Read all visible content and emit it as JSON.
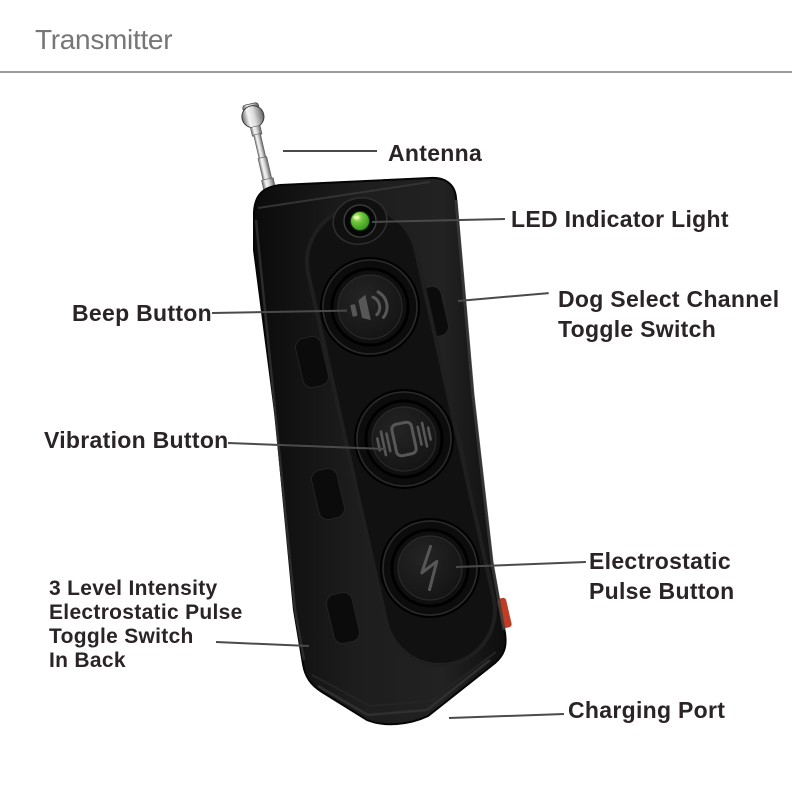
{
  "header": {
    "title": "Transmitter"
  },
  "device": {
    "kind": "dog training remote transmitter",
    "colors": {
      "body": "#161616",
      "led_green": "#5cb832",
      "antenna_silver": "#c9c9c9",
      "side_toggle_accent_red": "#c03c25"
    },
    "icons": [
      "antenna",
      "led-indicator-light",
      "speaker-icon",
      "vibration-icon",
      "lightning-bolt-icon"
    ]
  },
  "callouts": [
    {
      "id": "antenna",
      "lines": [
        "Antenna"
      ]
    },
    {
      "id": "led",
      "lines": [
        "LED Indicator Light"
      ]
    },
    {
      "id": "beep",
      "lines": [
        "Beep Button"
      ]
    },
    {
      "id": "dog-select",
      "lines": [
        "Dog Select Channel",
        "Toggle Switch"
      ]
    },
    {
      "id": "vibration",
      "lines": [
        "Vibration Button"
      ]
    },
    {
      "id": "pulse",
      "lines": [
        "Electrostatic",
        "Pulse Button"
      ]
    },
    {
      "id": "intensity",
      "lines": [
        "3 Level Intensity",
        "Electrostatic Pulse",
        "Toggle Switch",
        "In Back"
      ]
    },
    {
      "id": "charging",
      "lines": [
        "Charging Port"
      ]
    }
  ],
  "style_colors": {
    "label_text": "#2b2426",
    "title_text": "#767676",
    "divider": "#9b9b9b",
    "connector_line": "#4a4a4a",
    "background": "#ffffff"
  }
}
